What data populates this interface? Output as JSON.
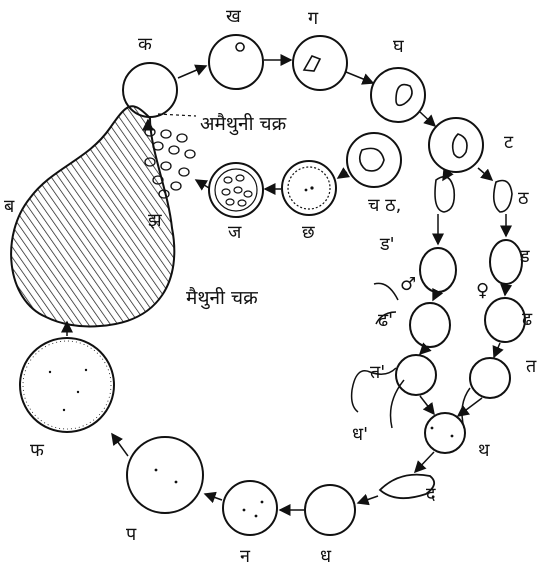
{
  "cycle_titles": {
    "asexual": "अमैथुनी चक्र",
    "sexual": "मैथुनी चक्र"
  },
  "labels": {
    "ka": "क",
    "kha": "ख",
    "ga": "ग",
    "gha": "घ",
    "ta_retro": "ट",
    "tha_retro": "ठ",
    "cha_tha": "च ठ,",
    "da_prime": "ड'",
    "da": "ड",
    "dha_prime": "ढ'",
    "dha": "ढ",
    "ta_prime": "त'",
    "ta": "त",
    "tha": "थ",
    "dha_prime_2": "ध'",
    "da_dental": "द",
    "dha_dental": "ध",
    "na": "न",
    "pa": "प",
    "pha": "फ",
    "ba": "ब",
    "ja": "ज",
    "chha": "छ",
    "jha": "झ"
  },
  "symbols": {
    "male": "♂",
    "female": "♀"
  },
  "colors": {
    "ink": "#111111",
    "paper": "#ffffff"
  }
}
